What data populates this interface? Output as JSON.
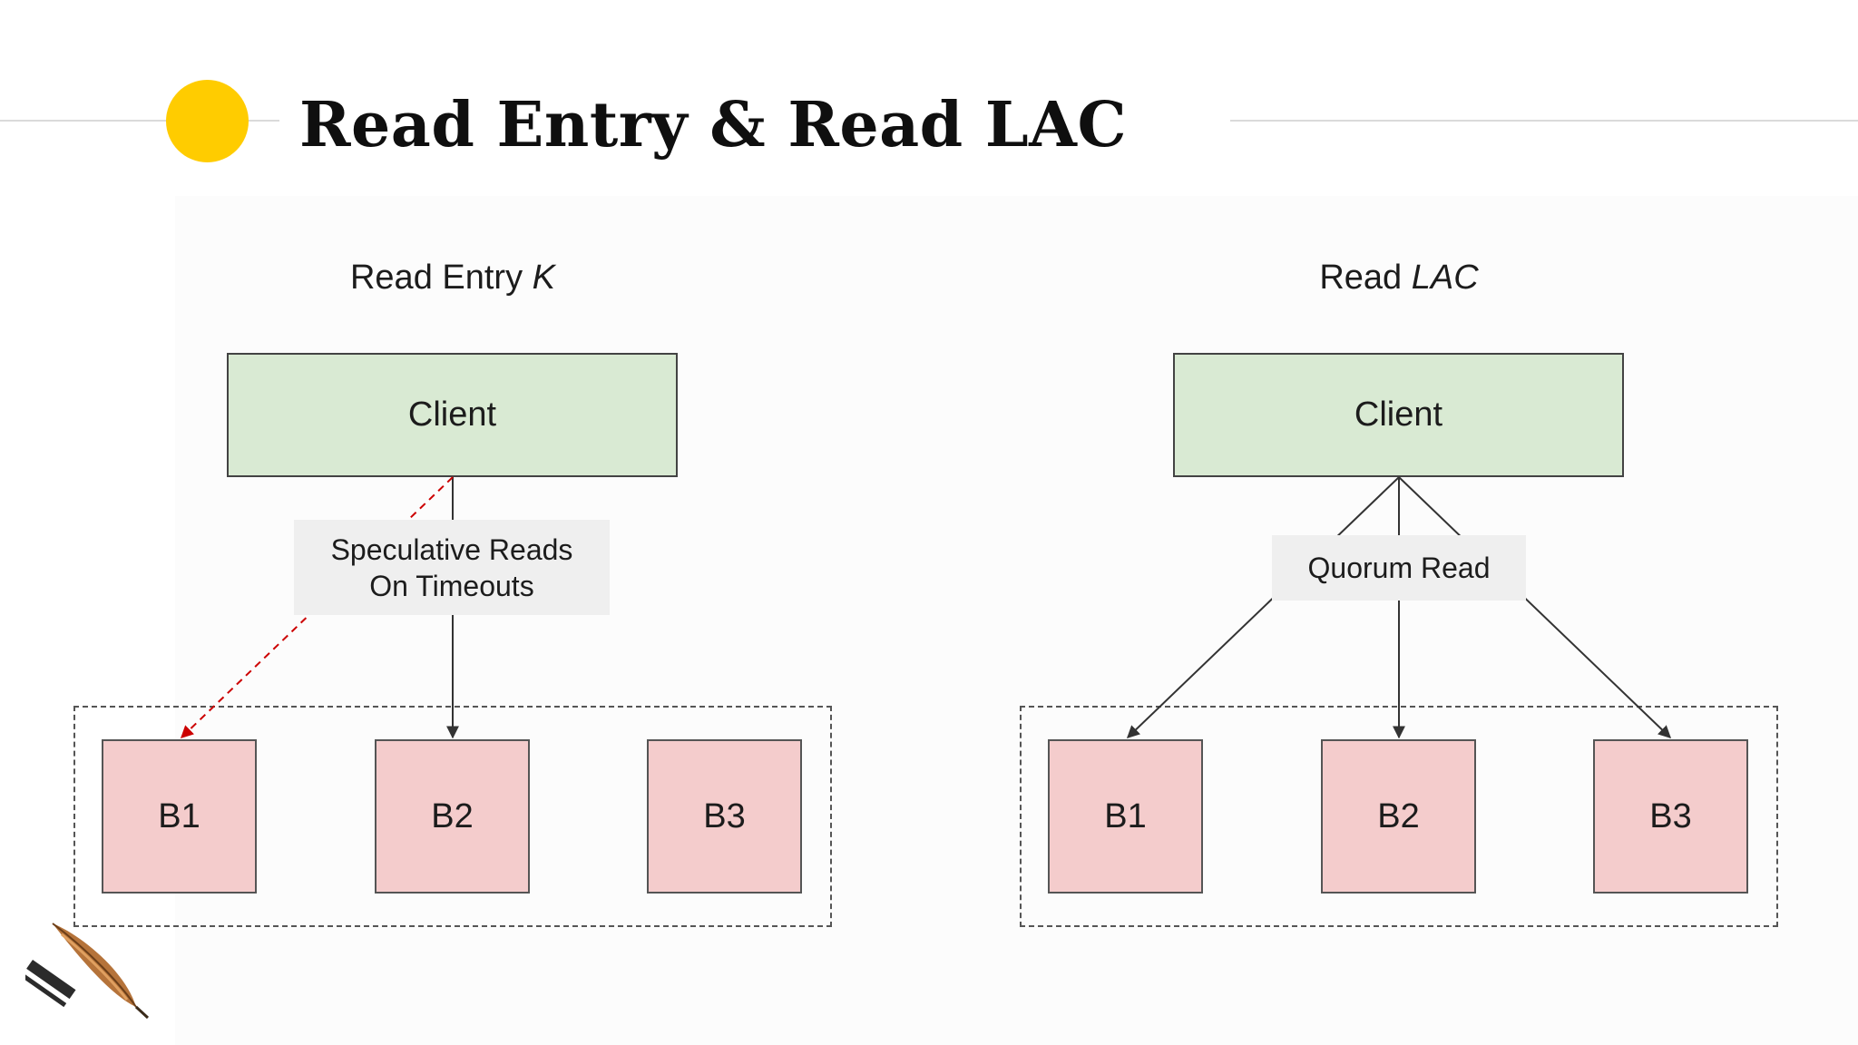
{
  "slide": {
    "title": "Read Entry & Read LAC",
    "accent_color": "#ffcc00"
  },
  "left": {
    "heading_prefix": "Read Entry ",
    "heading_italic": "K",
    "client_label": "Client",
    "label_line_1": "Speculative Reads",
    "label_line_2": "On Timeouts",
    "bookies": [
      "B1",
      "B2",
      "B3"
    ]
  },
  "right": {
    "heading_prefix": "Read ",
    "heading_italic": "LAC",
    "client_label": "Client",
    "label": "Quorum Read",
    "bookies": [
      "B1",
      "B2",
      "B3"
    ]
  },
  "colors": {
    "client_fill": "#d9ead3",
    "bookie_fill": "#f4cccc",
    "label_fill": "#efefef",
    "speculative_arrow": "#cc0000",
    "arrow": "#333333"
  },
  "logo": {
    "icon": "feather-logo-icon"
  }
}
